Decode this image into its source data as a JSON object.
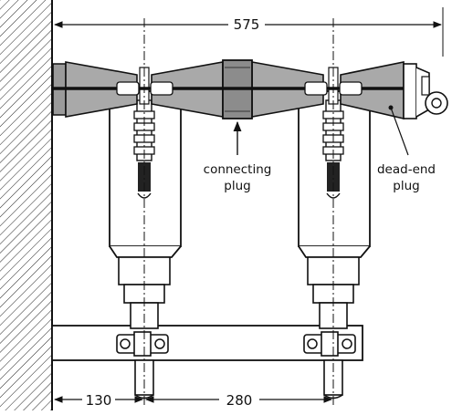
{
  "dimensions": {
    "overall": "575",
    "left_offset": "130",
    "spacing": "280"
  },
  "labels": {
    "connecting_line1": "connecting",
    "connecting_line2": "plug",
    "deadend_line1": "dead-end",
    "deadend_line2": "plug"
  },
  "colors": {
    "plug_body": "#a9a9a9",
    "connecting_plug": "#8c8c8c",
    "outline": "#1a1a1a",
    "background": "#ffffff"
  }
}
